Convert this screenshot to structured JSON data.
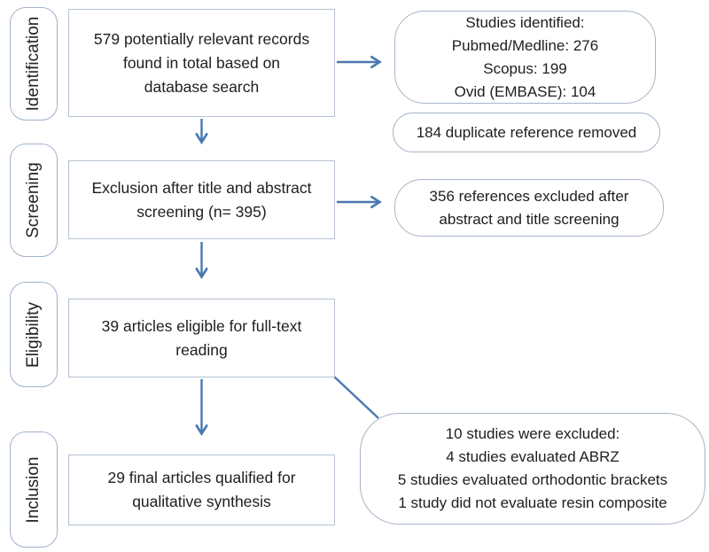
{
  "stages": [
    "Identification",
    "Screening",
    "Eligibility",
    "Inclusion"
  ],
  "main_boxes": [
    {
      "lines": [
        "579 potentially relevant records",
        "found in total based on",
        "database search"
      ]
    },
    {
      "lines": [
        "Exclusion after title and abstract",
        "screening (n= 395)"
      ]
    },
    {
      "lines": [
        "39 articles eligible for full-text",
        "reading"
      ]
    },
    {
      "lines": [
        "29 final articles qualified for",
        "qualitative synthesis"
      ]
    }
  ],
  "side_boxes": [
    {
      "lines": [
        "Studies identified:",
        "Pubmed/Medline: 276",
        "Scopus: 199",
        "Ovid (EMBASE): 104"
      ]
    },
    {
      "lines": [
        "184 duplicate reference removed"
      ]
    },
    {
      "lines": [
        "356 references excluded after",
        "abstract and title screening"
      ]
    },
    {
      "lines": [
        "10 studies were excluded:",
        "4 studies evaluated ABRZ",
        "5 studies evaluated orthodontic brackets",
        "1 study did not evaluate resin composite"
      ]
    }
  ],
  "colors": {
    "arrow": "#4a78b0",
    "main_box_border": "#b5c1d1",
    "side_box_border": "#a7b4c6",
    "stage_box_border": "#9fb2cc",
    "text": "#1e1e20",
    "background": "#ffffff"
  }
}
